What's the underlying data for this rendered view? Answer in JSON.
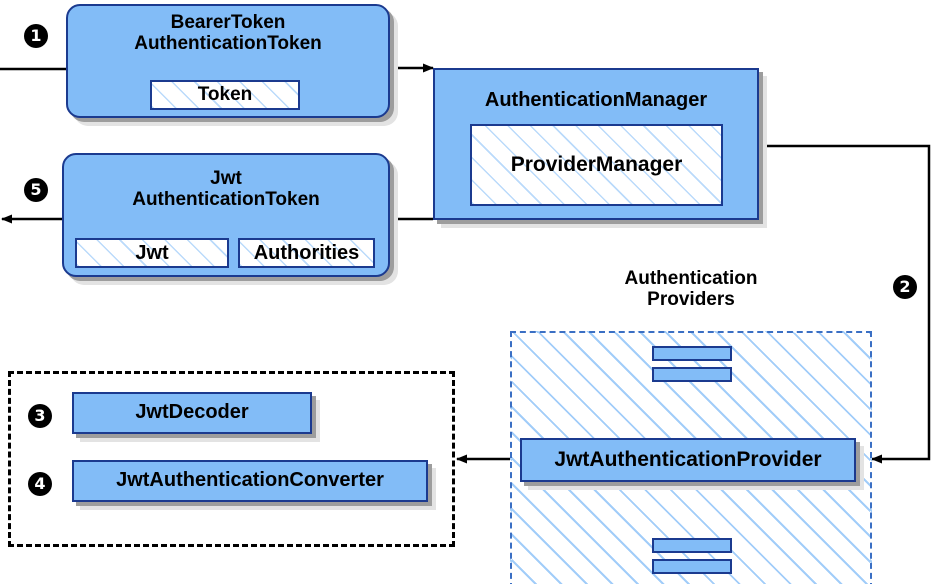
{
  "diagram": {
    "title": "Spring Security Bearer Token / JWT authentication flow",
    "colors": {
      "node_fill": "#82bcf7",
      "node_border": "#1b3a8f",
      "hatch_line": "#82bcf7",
      "shadow_dark": "#9d9d9d",
      "shadow_light": "#e3e3e3",
      "badge_fill": "#000000",
      "badge_text": "#ffffff",
      "dashed_black": "#000000",
      "dashed_blue": "#3a6fc4",
      "connector": "#000000",
      "page_background": "#ffffff"
    }
  },
  "badges": [
    {
      "id": "badge-1",
      "label": "❶",
      "number": "1"
    },
    {
      "id": "badge-2",
      "label": "❷",
      "number": "2"
    },
    {
      "id": "badge-3",
      "label": "❸",
      "number": "3"
    },
    {
      "id": "badge-4",
      "label": "❹",
      "number": "4"
    },
    {
      "id": "badge-5",
      "label": "❺",
      "number": "5"
    }
  ],
  "nodes": {
    "bearer_token": {
      "line1": "BearerToken",
      "line2": "AuthenticationToken",
      "inner": [
        {
          "label": "Token"
        }
      ]
    },
    "jwt_token": {
      "line1": "Jwt",
      "line2": "AuthenticationToken",
      "inner": [
        {
          "label": "Jwt"
        },
        {
          "label": "Authorities"
        }
      ]
    },
    "authentication_manager": {
      "label": "AuthenticationManager",
      "inner": [
        {
          "label": "ProviderManager"
        }
      ]
    },
    "authentication_providers": {
      "caption_line1": "Authentication",
      "caption_line2": "Providers",
      "provider": {
        "label": "JwtAuthenticationProvider"
      }
    },
    "jwt_decoder": {
      "label": "JwtDecoder"
    },
    "jwt_authentication_converter": {
      "label": "JwtAuthenticationConverter"
    }
  }
}
